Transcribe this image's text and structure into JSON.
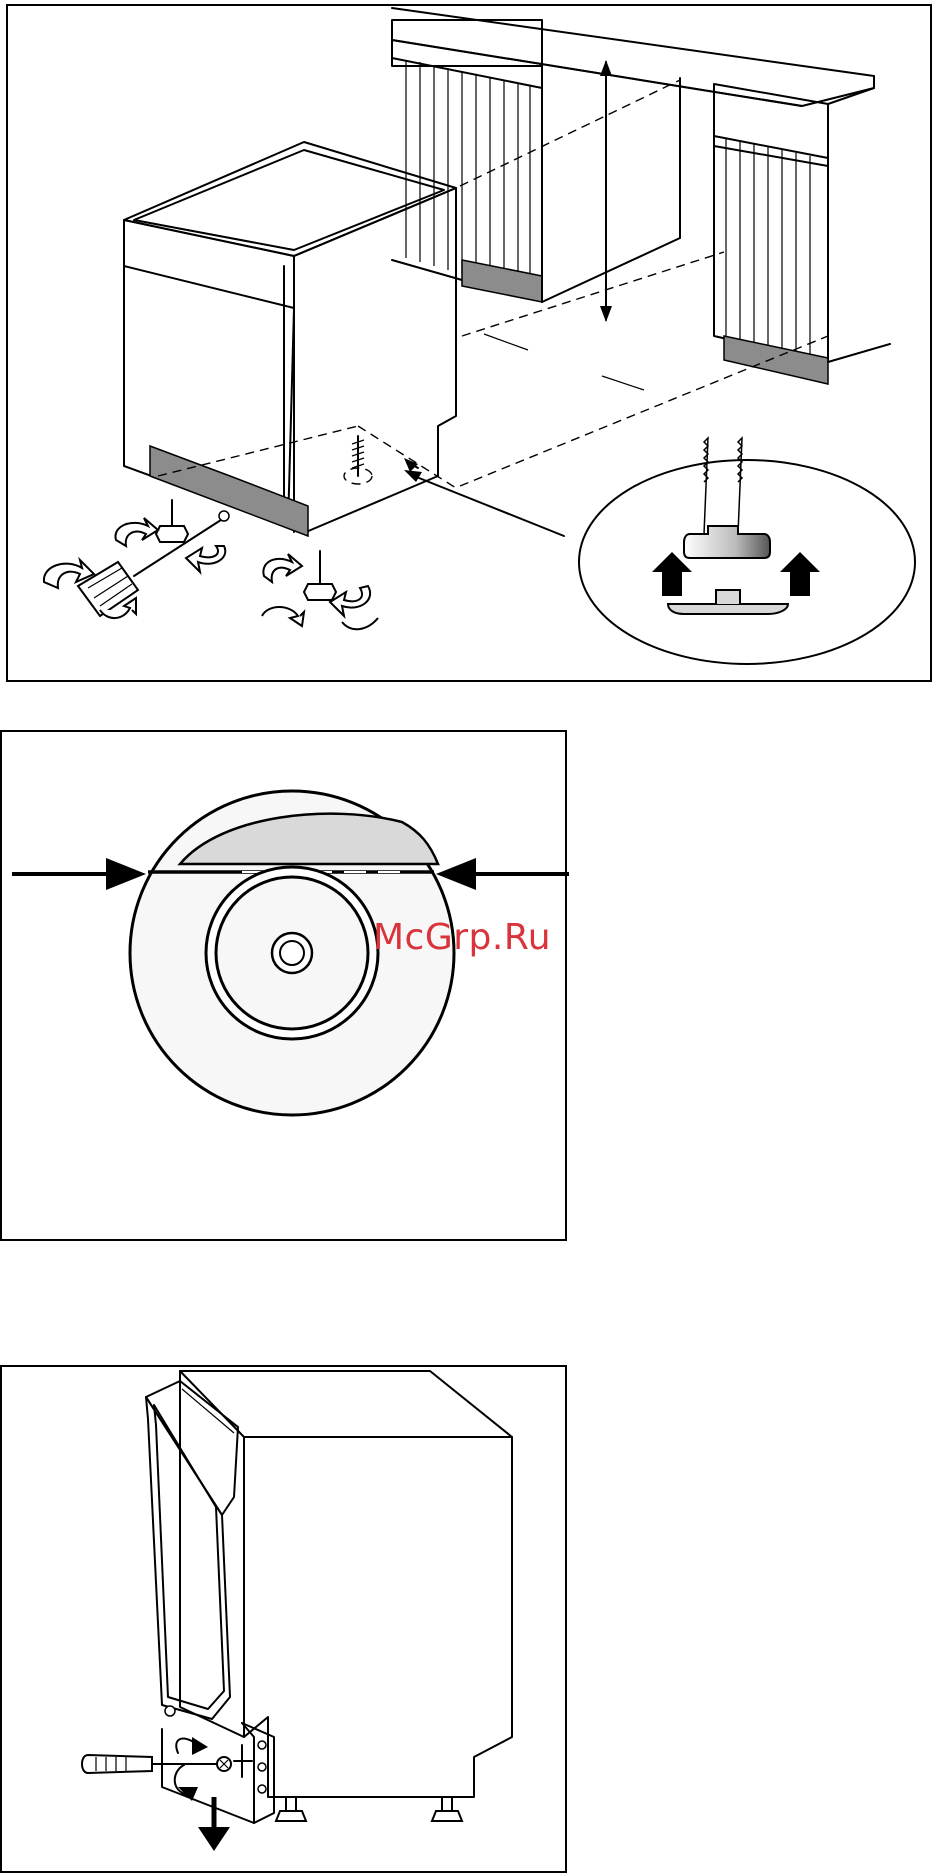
{
  "watermark": {
    "text": "McGrp.Ru",
    "color": "#d9333b"
  },
  "figures": [
    {
      "id": "leveling-feet",
      "icons": [
        "dishwasher-icon",
        "kitchen-cabinets-icon",
        "screwdriver-icon",
        "rotate-arrow-icon",
        "adjustable-foot-icon",
        "up-arrow-icon"
      ]
    },
    {
      "id": "level-indicator",
      "icons": [
        "bubble-level-icon",
        "right-arrow-icon",
        "left-arrow-icon"
      ]
    },
    {
      "id": "door-fixing",
      "icons": [
        "dishwasher-icon",
        "screwdriver-icon",
        "rotate-arrow-icon",
        "down-arrow-icon",
        "bracket-icon"
      ]
    }
  ]
}
